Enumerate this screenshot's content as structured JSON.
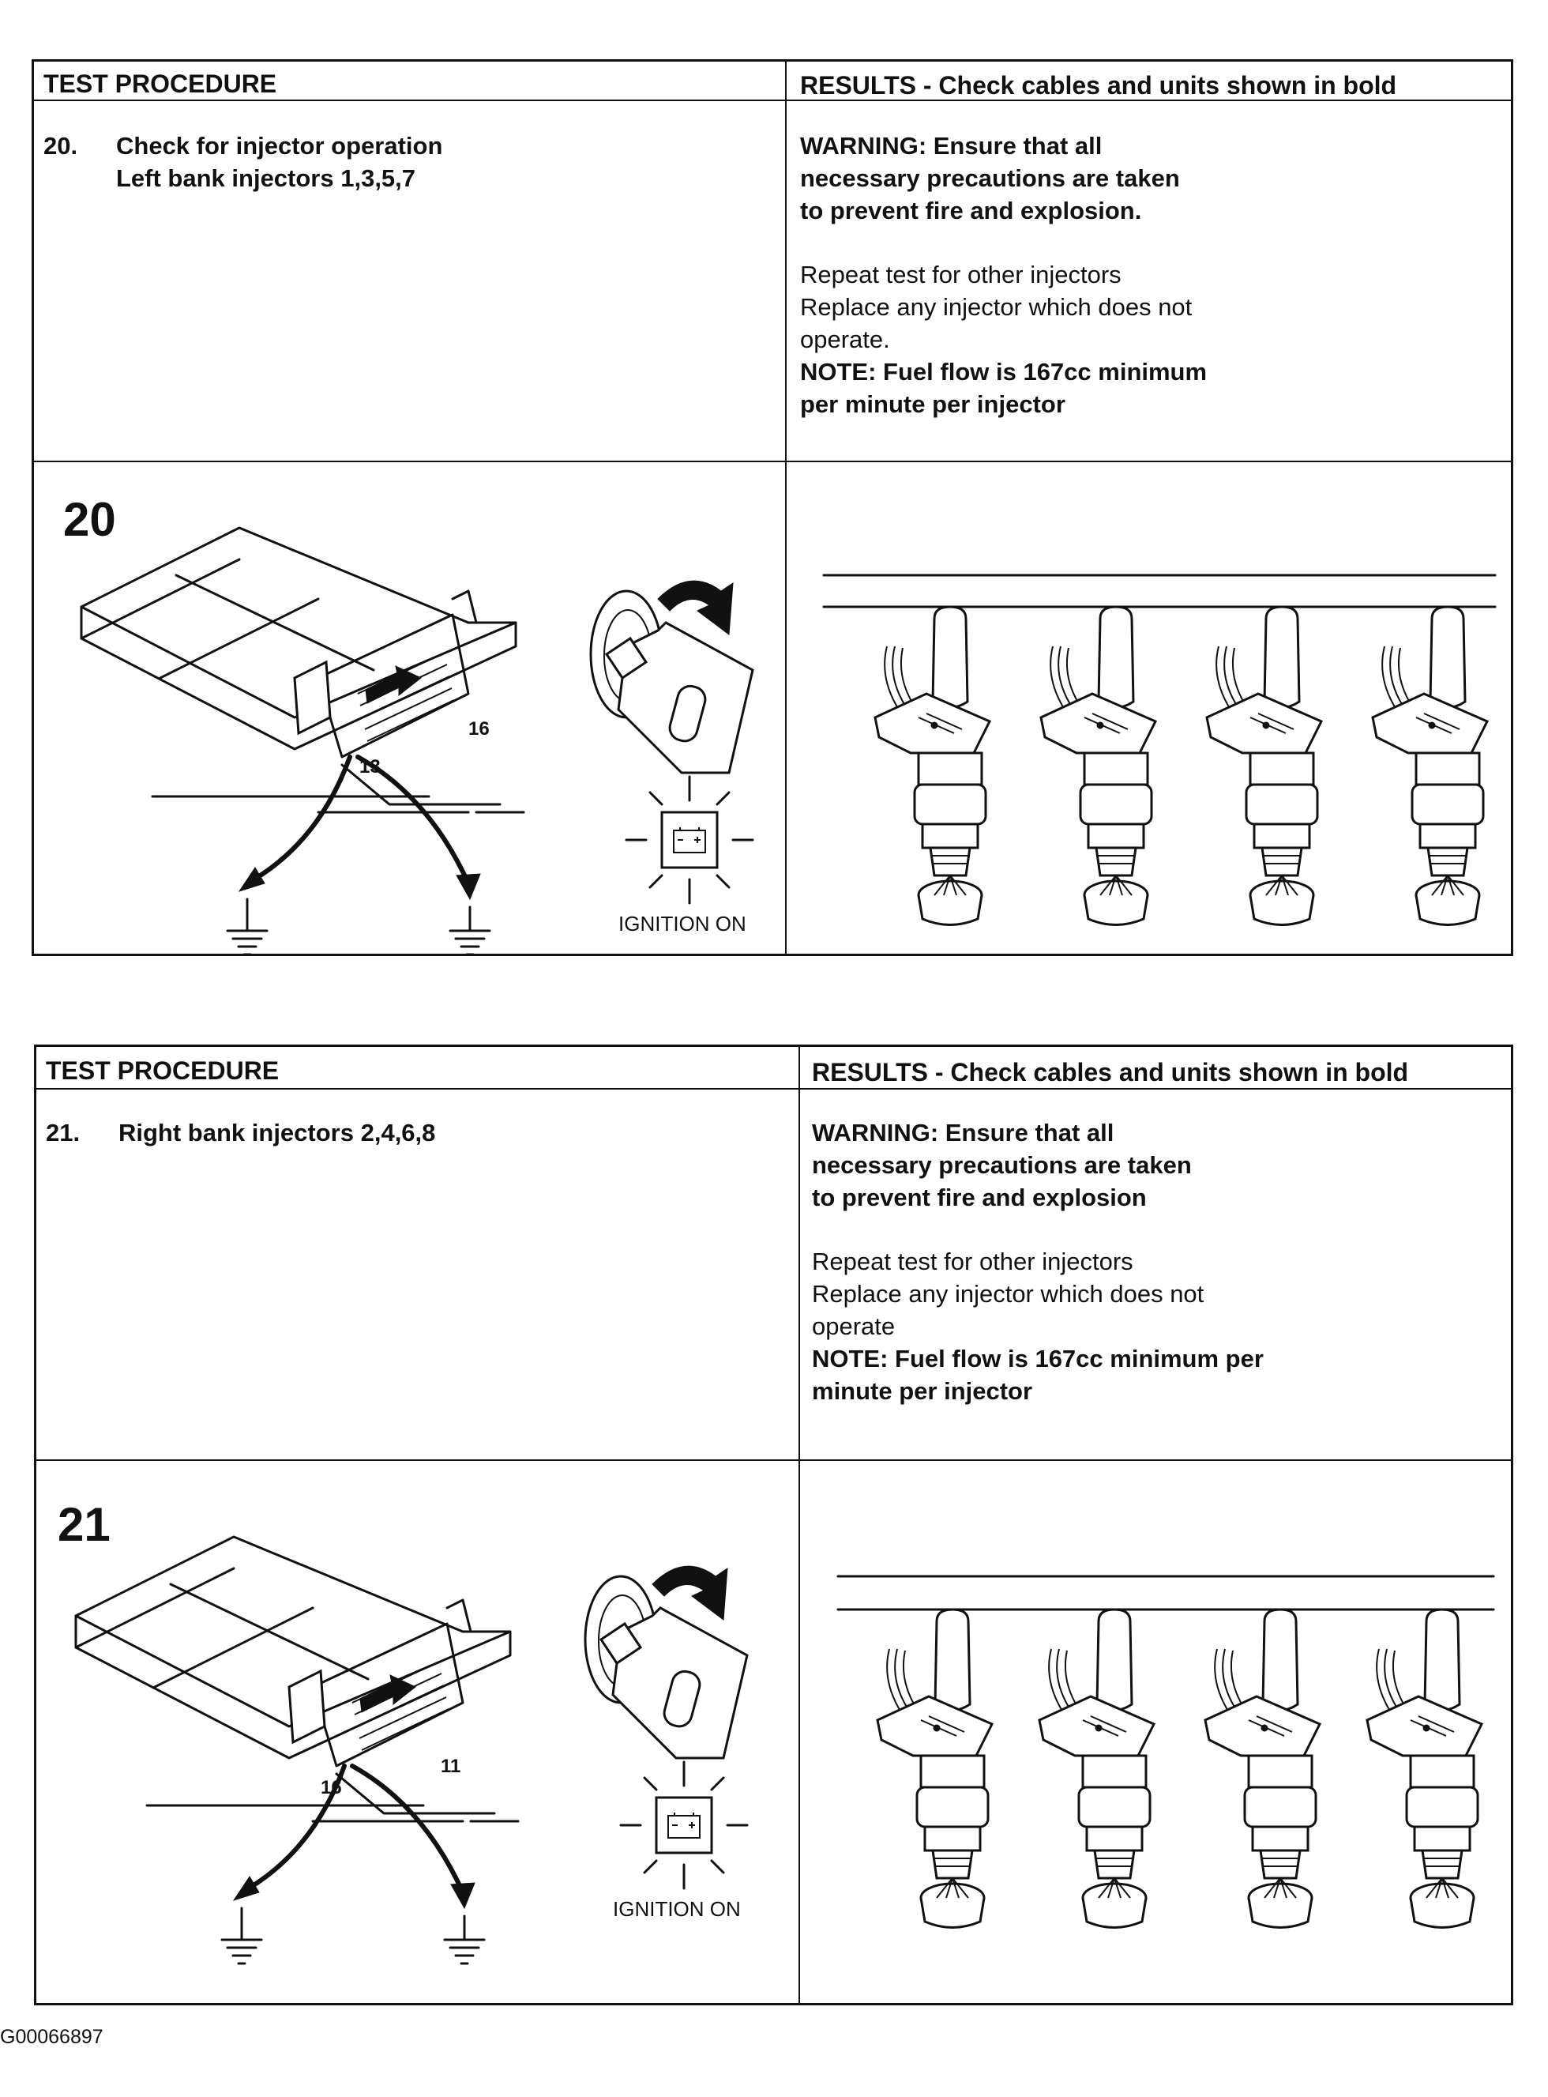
{
  "headers": {
    "left": "TEST PROCEDURE",
    "right": "RESULTS - Check cables and units shown in bold"
  },
  "panels": [
    {
      "step_number": "20.",
      "step_lines": [
        "Check for injector operation",
        "Left bank injectors 1,3,5,7"
      ],
      "warning_lines": [
        "WARNING: Ensure that all",
        "necessary precautions are taken",
        "to prevent fire and explosion."
      ],
      "result_lines": [
        "Repeat test for other injectors",
        "Replace any injector which does not",
        "operate."
      ],
      "note_lines": [
        "NOTE: Fuel flow is 167cc minimum",
        "per minute per injector"
      ],
      "figure": {
        "number": "20",
        "pin_labels": [
          "13",
          "16"
        ],
        "ignition_label": "IGNITION ON"
      }
    },
    {
      "step_number": "21.",
      "step_lines": [
        "Right bank injectors 2,4,6,8"
      ],
      "warning_lines": [
        "WARNING: Ensure that all",
        "necessary precautions are taken",
        "to prevent fire and explosion"
      ],
      "result_lines": [
        "Repeat test for other injectors",
        "Replace any injector which does not",
        "operate"
      ],
      "note_lines": [
        "NOTE: Fuel flow is 167cc minimum per",
        "minute per injector"
      ],
      "figure": {
        "number": "21",
        "pin_labels": [
          "16",
          "11"
        ],
        "ignition_label": "IGNITION ON"
      }
    }
  ],
  "footer_id": "G00066897"
}
